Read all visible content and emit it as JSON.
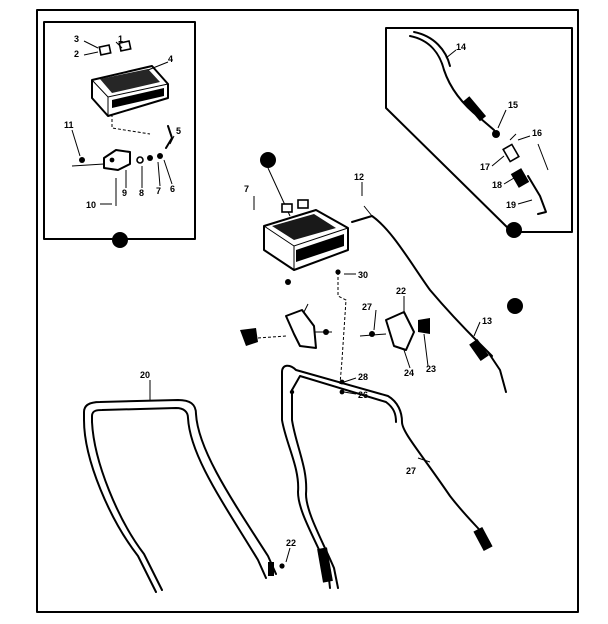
{
  "labels": {
    "inset1": {
      "l3": "3",
      "l1": "1",
      "l2": "2",
      "l4": "4",
      "l5": "5",
      "l11": "11",
      "l9": "9",
      "l8a": "8",
      "l7": "7",
      "l6": "6",
      "l10": "10"
    },
    "inset2": {
      "l14": "14",
      "l15": "15",
      "l16": "16",
      "l17": "17",
      "l18": "18",
      "l19": "19"
    },
    "main": {
      "l7": "7",
      "l12": "12",
      "l30": "30",
      "l22a": "22",
      "l27a": "27",
      "l13": "13",
      "l24": "24",
      "l23": "23",
      "l28": "28",
      "l26": "26",
      "l20": "20",
      "l27b": "27",
      "l22b": "22"
    }
  }
}
